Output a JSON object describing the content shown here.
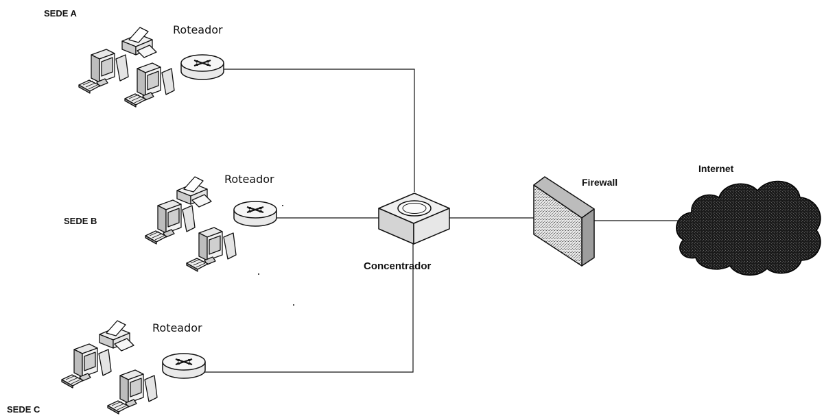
{
  "diagram": {
    "sites": [
      {
        "id": "a",
        "label": "SEDE A",
        "router_label": "Roteador"
      },
      {
        "id": "b",
        "label": "SEDE B",
        "router_label": "Roteador"
      },
      {
        "id": "c",
        "label": "SEDE C",
        "router_label": "Roteador"
      }
    ],
    "hub": {
      "label": "Concentrador"
    },
    "firewall": {
      "label": "Firewall"
    },
    "cloud": {
      "label": "Internet"
    }
  }
}
